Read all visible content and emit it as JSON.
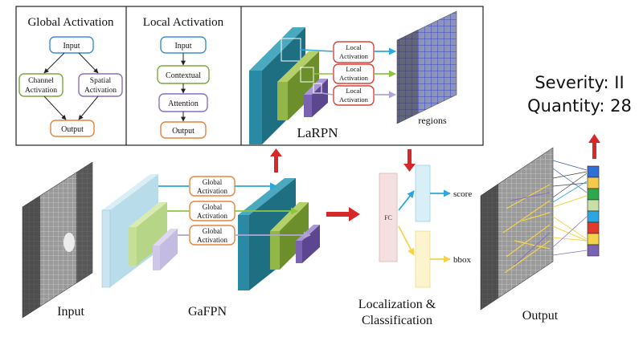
{
  "panels": {
    "global_activation": {
      "title": "Global Activation",
      "input": "Input",
      "channel": [
        "Channel",
        "Activation"
      ],
      "spatial": [
        "Spatial",
        "Activation"
      ],
      "output": "Output"
    },
    "local_activation": {
      "title": "Local Activation",
      "input": "Input",
      "contextual": "Contextual",
      "attention": "Attention",
      "output": "Output"
    },
    "larpn": {
      "title": "LaRPN",
      "local_boxes": [
        [
          "Local",
          "Activation"
        ],
        [
          "Local",
          "Activation"
        ],
        [
          "Local",
          "Activation"
        ]
      ],
      "regions_label": "regions"
    }
  },
  "pipeline": {
    "input_label": "Input",
    "gafpn_label": "GaFPN",
    "global_boxes": [
      [
        "Global",
        "Activation"
      ],
      [
        "Global",
        "Activation"
      ],
      [
        "Global",
        "Activation"
      ]
    ],
    "fc_label": "FC",
    "score_label": "score",
    "bbox_label": "bbox",
    "loc_label": [
      "Localization &",
      "Classification"
    ],
    "output_label": "Output"
  },
  "result": {
    "severity": "Severity: II",
    "quantity": "Quantity: 28"
  },
  "colors": {
    "orange_border": "#e8833a",
    "blue_border": "#3a8ed8",
    "green_border": "#7ba83a",
    "purple_border": "#8a6fc0",
    "red_border": "#d9433a",
    "arrow_red": "#d62828",
    "arrow_blue": "#2aa7e0",
    "arrow_green": "#8cc63f",
    "arrow_lavender": "#b1a6d3",
    "arrow_yellow": "#f3d34a"
  }
}
